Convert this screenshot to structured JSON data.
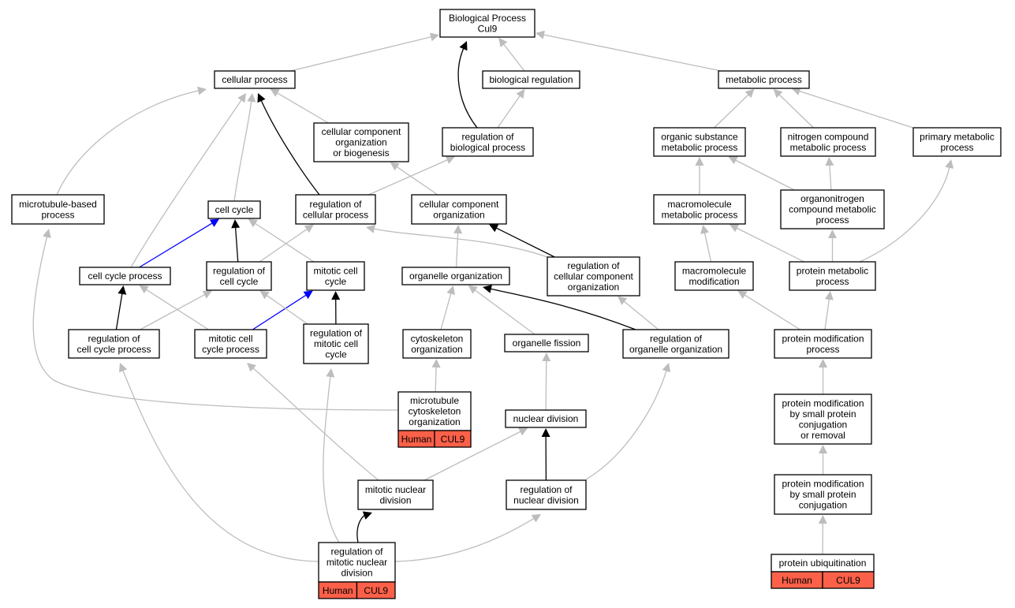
{
  "nodes": {
    "bp": {
      "lines": [
        "Biological Process",
        "Cul9"
      ]
    },
    "cp": {
      "lines": [
        "cellular process"
      ]
    },
    "br": {
      "lines": [
        "biological regulation"
      ]
    },
    "mp": {
      "lines": [
        "metabolic process"
      ]
    },
    "ccob": {
      "lines": [
        "cellular component",
        "organization",
        "or biogenesis"
      ]
    },
    "rbp": {
      "lines": [
        "regulation of",
        "biological process"
      ]
    },
    "osmp": {
      "lines": [
        "organic substance",
        "metabolic process"
      ]
    },
    "ncmp": {
      "lines": [
        "nitrogen compound",
        "metabolic process"
      ]
    },
    "pmp": {
      "lines": [
        "primary metabolic",
        "process"
      ]
    },
    "mtbp": {
      "lines": [
        "microtubule-based",
        "process"
      ]
    },
    "cc": {
      "lines": [
        "cell cycle"
      ]
    },
    "rcp": {
      "lines": [
        "regulation of",
        "cellular process"
      ]
    },
    "cco": {
      "lines": [
        "cellular component",
        "organization"
      ]
    },
    "mmp": {
      "lines": [
        "macromolecule",
        "metabolic process"
      ]
    },
    "oncmp": {
      "lines": [
        "organonitrogen",
        "compound metabolic",
        "process"
      ]
    },
    "ccp": {
      "lines": [
        "cell cycle process"
      ]
    },
    "rcc": {
      "lines": [
        "regulation of",
        "cell cycle"
      ]
    },
    "mcc": {
      "lines": [
        "mitotic cell",
        "cycle"
      ]
    },
    "oo": {
      "lines": [
        "organelle organization"
      ]
    },
    "rcco": {
      "lines": [
        "regulation of",
        "cellular component",
        "organization"
      ]
    },
    "mm": {
      "lines": [
        "macromolecule",
        "modification"
      ]
    },
    "prmp": {
      "lines": [
        "protein metabolic",
        "process"
      ]
    },
    "rccp": {
      "lines": [
        "regulation of",
        "cell cycle process"
      ]
    },
    "mccp": {
      "lines": [
        "mitotic cell",
        "cycle process"
      ]
    },
    "rmcc": {
      "lines": [
        "regulation of",
        "mitotic cell",
        "cycle"
      ]
    },
    "cyo": {
      "lines": [
        "cytoskeleton",
        "organization"
      ]
    },
    "of": {
      "lines": [
        "organelle fission"
      ]
    },
    "roo": {
      "lines": [
        "regulation of",
        "organelle organization"
      ]
    },
    "pmop": {
      "lines": [
        "protein modification",
        "process"
      ]
    },
    "mco": {
      "lines": [
        "microtubule",
        "cytoskeleton",
        "organization"
      ],
      "tags": [
        "Human",
        "CUL9"
      ]
    },
    "nd": {
      "lines": [
        "nuclear division"
      ]
    },
    "pmsr": {
      "lines": [
        "protein modification",
        "by small protein",
        "conjugation",
        "or removal"
      ]
    },
    "mnd": {
      "lines": [
        "mitotic nuclear",
        "division"
      ]
    },
    "rnd": {
      "lines": [
        "regulation of",
        "nuclear division"
      ]
    },
    "pmsc": {
      "lines": [
        "protein modification",
        "by small protein",
        "conjugation"
      ]
    },
    "rmnd": {
      "lines": [
        "regulation of",
        "mitotic nuclear",
        "division"
      ],
      "tags": [
        "Human",
        "CUL9"
      ]
    },
    "pu": {
      "lines": [
        "protein ubiquitination"
      ],
      "tags": [
        "Human",
        "CUL9"
      ]
    }
  },
  "edge_colors": {
    "is_a": "#bdbdbd",
    "regulates": "#000000",
    "part_of": "#0000ff",
    "tag_fill": "#fc6049"
  },
  "edges": [
    {
      "from": "cp",
      "to": "bp",
      "type": "is_a"
    },
    {
      "from": "br",
      "to": "bp",
      "type": "is_a"
    },
    {
      "from": "mp",
      "to": "bp",
      "type": "is_a"
    },
    {
      "from": "rbp",
      "to": "bp",
      "type": "regulates"
    },
    {
      "from": "rbp",
      "to": "br",
      "type": "is_a"
    },
    {
      "from": "ccob",
      "to": "cp",
      "type": "is_a"
    },
    {
      "from": "mtbp",
      "to": "cp",
      "type": "is_a"
    },
    {
      "from": "cc",
      "to": "cp",
      "type": "is_a"
    },
    {
      "from": "ccp",
      "to": "cp",
      "type": "is_a"
    },
    {
      "from": "rcp",
      "to": "cp",
      "type": "regulates"
    },
    {
      "from": "rcp",
      "to": "rbp",
      "type": "is_a"
    },
    {
      "from": "cco",
      "to": "ccob",
      "type": "is_a"
    },
    {
      "from": "osmp",
      "to": "mp",
      "type": "is_a"
    },
    {
      "from": "ncmp",
      "to": "mp",
      "type": "is_a"
    },
    {
      "from": "pmp",
      "to": "mp",
      "type": "is_a"
    },
    {
      "from": "mmp",
      "to": "osmp",
      "type": "is_a"
    },
    {
      "from": "oncmp",
      "to": "osmp",
      "type": "is_a"
    },
    {
      "from": "oncmp",
      "to": "ncmp",
      "type": "is_a"
    },
    {
      "from": "mm",
      "to": "mmp",
      "type": "is_a"
    },
    {
      "from": "prmp",
      "to": "mmp",
      "type": "is_a"
    },
    {
      "from": "prmp",
      "to": "oncmp",
      "type": "is_a"
    },
    {
      "from": "prmp",
      "to": "pmp",
      "type": "is_a"
    },
    {
      "from": "ccp",
      "to": "cc",
      "type": "part_of"
    },
    {
      "from": "rcc",
      "to": "cc",
      "type": "regulates"
    },
    {
      "from": "mcc",
      "to": "cc",
      "type": "is_a"
    },
    {
      "from": "rcc",
      "to": "rcp",
      "type": "is_a"
    },
    {
      "from": "rcco",
      "to": "rcp",
      "type": "is_a"
    },
    {
      "from": "oo",
      "to": "cco",
      "type": "is_a"
    },
    {
      "from": "rcco",
      "to": "cco",
      "type": "regulates"
    },
    {
      "from": "rccp",
      "to": "ccp",
      "type": "regulates"
    },
    {
      "from": "mccp",
      "to": "ccp",
      "type": "is_a"
    },
    {
      "from": "rccp",
      "to": "rcc",
      "type": "is_a"
    },
    {
      "from": "mccp",
      "to": "mcc",
      "type": "part_of"
    },
    {
      "from": "rmcc",
      "to": "mcc",
      "type": "regulates"
    },
    {
      "from": "rmcc",
      "to": "rcc",
      "type": "is_a"
    },
    {
      "from": "cyo",
      "to": "oo",
      "type": "is_a"
    },
    {
      "from": "of",
      "to": "oo",
      "type": "is_a"
    },
    {
      "from": "roo",
      "to": "oo",
      "type": "regulates"
    },
    {
      "from": "roo",
      "to": "rcco",
      "type": "is_a"
    },
    {
      "from": "pmop",
      "to": "mm",
      "type": "is_a"
    },
    {
      "from": "pmop",
      "to": "prmp",
      "type": "is_a"
    },
    {
      "from": "mco",
      "to": "cyo",
      "type": "is_a"
    },
    {
      "from": "mco",
      "to": "mtbp",
      "type": "is_a"
    },
    {
      "from": "nd",
      "to": "of",
      "type": "is_a"
    },
    {
      "from": "pmsr",
      "to": "pmop",
      "type": "is_a"
    },
    {
      "from": "mnd",
      "to": "nd",
      "type": "is_a"
    },
    {
      "from": "mnd",
      "to": "mccp",
      "type": "is_a"
    },
    {
      "from": "rnd",
      "to": "nd",
      "type": "regulates"
    },
    {
      "from": "rnd",
      "to": "roo",
      "type": "is_a"
    },
    {
      "from": "pmsc",
      "to": "pmsr",
      "type": "is_a"
    },
    {
      "from": "rmnd",
      "to": "mnd",
      "type": "regulates"
    },
    {
      "from": "rmnd",
      "to": "rmcc",
      "type": "is_a"
    },
    {
      "from": "rmnd",
      "to": "rccp",
      "type": "is_a"
    },
    {
      "from": "rmnd",
      "to": "rnd",
      "type": "is_a"
    },
    {
      "from": "pu",
      "to": "pmsc",
      "type": "is_a"
    }
  ]
}
